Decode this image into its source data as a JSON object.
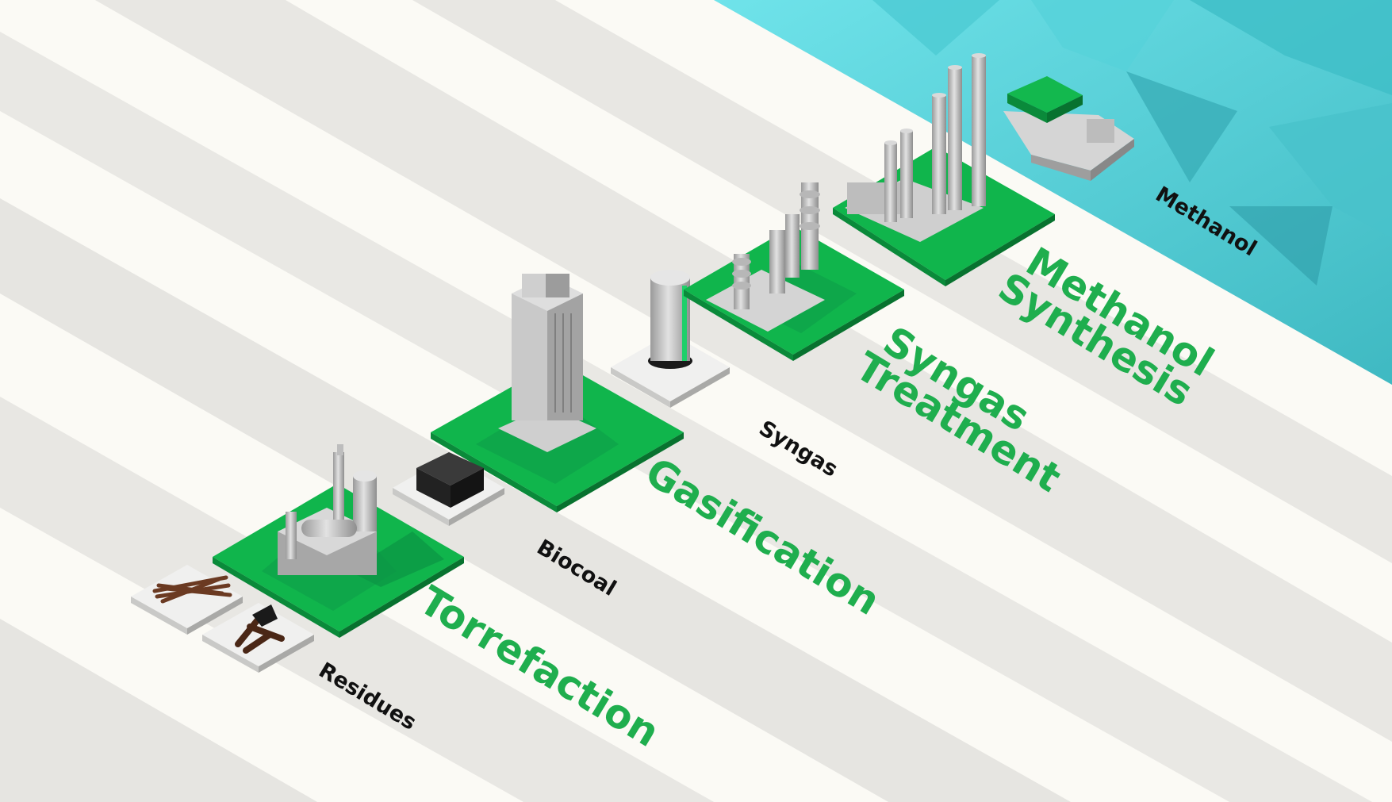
{
  "process": {
    "stages": [
      {
        "id": "torrefaction",
        "label": "Torrefaction"
      },
      {
        "id": "gasification",
        "label": "Gasification"
      },
      {
        "id": "syngas-treatment",
        "label_line1": "Syngas",
        "label_line2": "Treatment"
      },
      {
        "id": "methanol-synthesis",
        "label_line1": "Methanol",
        "label_line2": "Synthesis"
      }
    ],
    "products": [
      {
        "id": "residues",
        "label": "Residues"
      },
      {
        "id": "biocoal",
        "label": "Biocoal"
      },
      {
        "id": "syngas",
        "label": "Syngas"
      },
      {
        "id": "methanol",
        "label": "Methanol"
      }
    ]
  },
  "colors": {
    "stage_green": "#1fae4e",
    "platform_green": "#10b54c",
    "sea": "#5fd8e0",
    "metal": "#c8c8c8",
    "band_light": "#fbfaf5",
    "band_dark": "#e7e6e2"
  },
  "icons": {
    "residues": "wood-pile-icon",
    "biocoal": "coal-block-icon",
    "syngas": "gas-tank-icon",
    "methanol": "cargo-ship-icon"
  }
}
